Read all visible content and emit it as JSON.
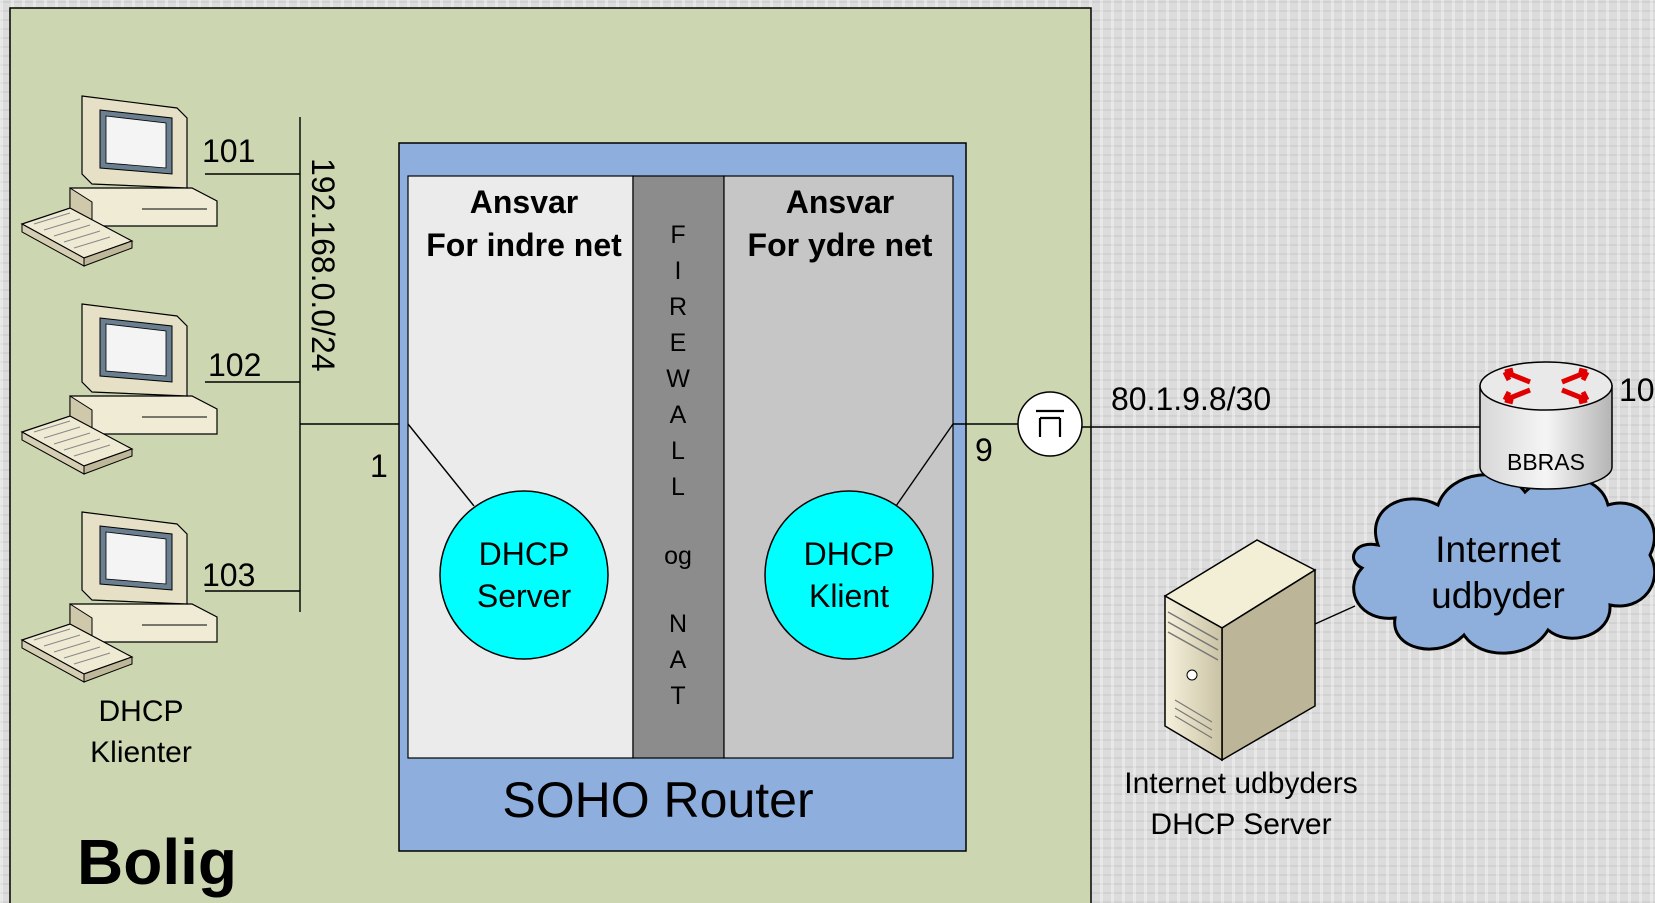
{
  "home": {
    "label": "Bolig"
  },
  "lan": {
    "subnet": "192.168.0.0/24",
    "hosts": [
      {
        "ip": "101"
      },
      {
        "ip": "102"
      },
      {
        "ip": "103"
      }
    ],
    "clients_label_line1": "DHCP",
    "clients_label_line2": "Klienter",
    "router_lan_ip": "1"
  },
  "router": {
    "label": "SOHO Router",
    "inner": {
      "title": "Ansvar",
      "subtitle": "For indre net",
      "service_line1": "DHCP",
      "service_line2": "Server"
    },
    "outer": {
      "title": "Ansvar",
      "subtitle": "For ydre net",
      "service_line1": "DHCP",
      "service_line2": "Klient"
    },
    "firewall_letters": [
      "F",
      "I",
      "R",
      "E",
      "W",
      "A",
      "L",
      "L"
    ],
    "firewall_and": "og",
    "nat_letters": [
      "N",
      "A",
      "T"
    ],
    "wan_ip": "9"
  },
  "wan": {
    "subnet": "80.1.9.8/30"
  },
  "isp": {
    "bbras_label": "BBRAS",
    "bbras_ip": "10",
    "cloud_line1": "Internet",
    "cloud_line2": "udbyder",
    "server_line1": "Internet udbyders",
    "server_line2": "DHCP Server"
  },
  "colors": {
    "home_bg": "#ccd7b1",
    "router_bg": "#8eafdd",
    "inner_panel": "#ebebeb",
    "outer_panel": "#c6c6c6",
    "firewall": "#8c8c8c",
    "dhcp_circle": "#00ffff",
    "cloud": "#8eaedc"
  }
}
